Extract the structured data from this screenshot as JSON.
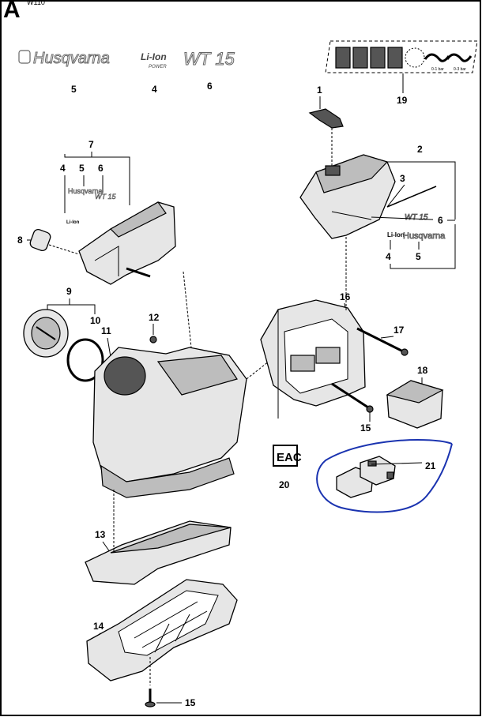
{
  "header": {
    "letter": "A",
    "superscript": "W110"
  },
  "logos": {
    "brand": "Husqvarna",
    "battery": "Li-Ion",
    "battery_sub": "POWER",
    "model": "WT 15"
  },
  "sticker": {
    "caption_a": "0-1 bar",
    "caption_b": "0-3 bar"
  },
  "certification_mark": "EAC",
  "callouts": {
    "c1": "1",
    "c2": "2",
    "c3": "3",
    "c4a": "4",
    "c4b": "4",
    "c4c": "4",
    "c5a": "5",
    "c5b": "5",
    "c5c": "5",
    "c6a": "6",
    "c6b": "6",
    "c6c": "6",
    "c7": "7",
    "c8": "8",
    "c9": "9",
    "c10": "10",
    "c11": "11",
    "c12": "12",
    "c13": "13",
    "c14": "14",
    "c15a": "15",
    "c15b": "15",
    "c16": "16",
    "c17": "17",
    "c18": "18",
    "c19": "19",
    "c20": "20",
    "c21": "21"
  },
  "colors": {
    "annotation": "#1a33b0",
    "line": "#000000"
  }
}
